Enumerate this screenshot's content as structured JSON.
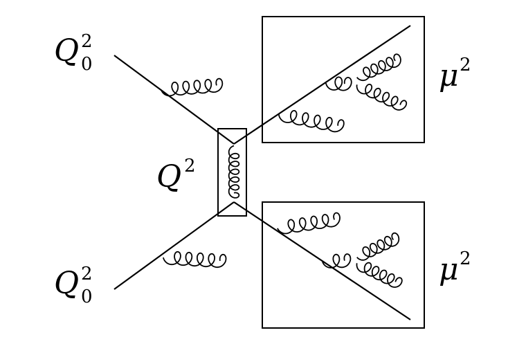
{
  "labels": {
    "q0_top": {
      "base": "Q",
      "sup": "2",
      "sub": "0"
    },
    "q0_bottom": {
      "base": "Q",
      "sup": "2",
      "sub": "0"
    },
    "q_center": {
      "base": "Q",
      "sup": "2"
    },
    "mu_top": {
      "base": "μ",
      "sup": "2"
    },
    "mu_bottom": {
      "base": "μ",
      "sup": "2"
    }
  },
  "colors": {
    "ink": "#000000",
    "background": "#ffffff"
  }
}
